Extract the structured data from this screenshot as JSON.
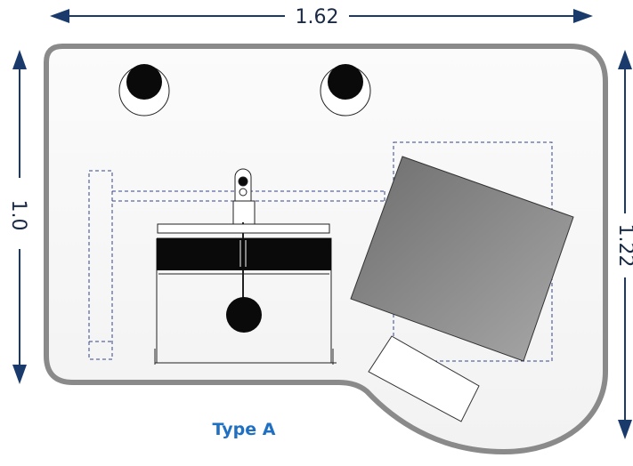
{
  "dimensions": {
    "width": "1.62",
    "depth_left": "1.0",
    "depth_right": "1.22"
  },
  "caption": "Type A",
  "colors": {
    "arrow": "#1a3a6b",
    "desk_outline": "#8a8a8a",
    "desk_fill": "#f4f4f4",
    "caption": "#1f6fc2",
    "panel_dark": "#7a7a7a",
    "dashed": "#33448a"
  }
}
